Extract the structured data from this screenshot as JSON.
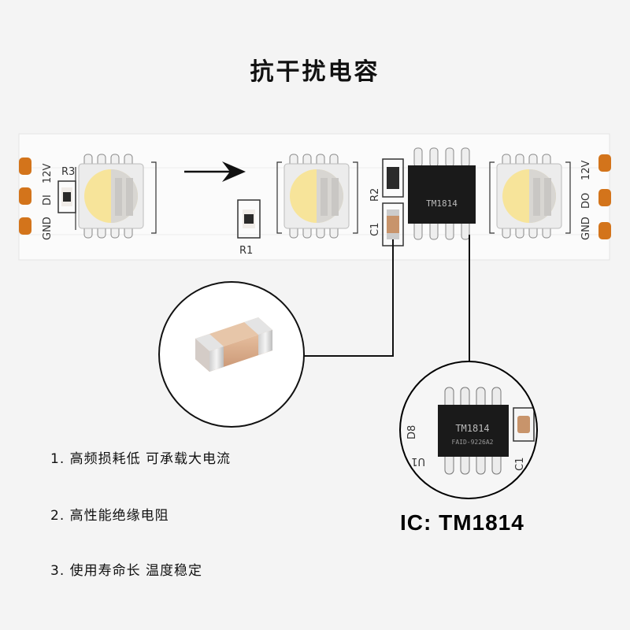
{
  "title": "抗干扰电容",
  "strip": {
    "left_pads": [
      "12V",
      "DI",
      "GND"
    ],
    "right_pads": [
      "12V",
      "DO",
      "GND"
    ],
    "labels": [
      "R3",
      "R1",
      "R2",
      "C1"
    ],
    "chip_text": "TM1814",
    "colors": {
      "strip_white": "#fbfbfb",
      "pad_orange": "#d3741b",
      "chip_black": "#1a1a1a",
      "led_yellow": "#f7e49a"
    }
  },
  "zoom_ic": {
    "chip_text_line1": "TM1814",
    "chip_text_line2": "FAID-9226A2",
    "labels": [
      "D8",
      "U1",
      "C1"
    ]
  },
  "features": [
    "1. 高频损耗低  可承载大电流",
    "2. 高性能绝缘电阻",
    "3. 使用寿命长  温度稳定"
  ],
  "ic_label": "IC: TM1814",
  "icons": [
    "arrow-right-icon",
    "capacitor-icon",
    "ic-chip-icon"
  ]
}
